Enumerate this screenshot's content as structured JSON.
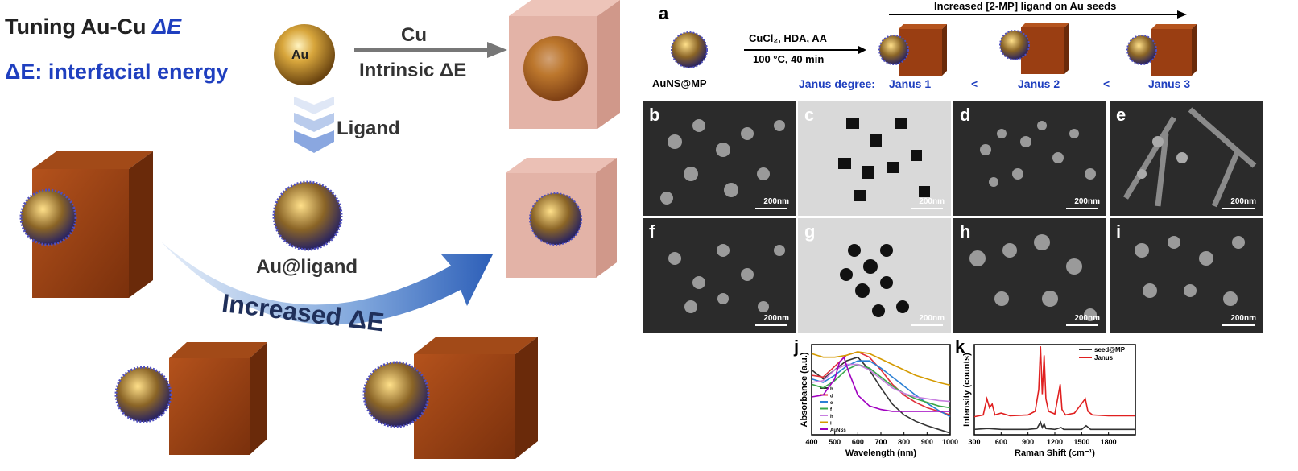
{
  "left": {
    "title_line1_prefix": "Tuning Au-Cu ",
    "title_line1_em": "ΔE",
    "title_line2": "ΔE: interfacial energy",
    "sphere_label": "Au",
    "arrow_top_label": "Cu",
    "arrow_bottom_label": "Intrinsic ΔE",
    "ligand_label": "Ligand",
    "au_ligand_label": "Au@ligand",
    "curved_arrow_label": "Increased ΔE"
  },
  "panel_a": {
    "panel_label": "a",
    "seed_label": "AuNS@MP",
    "conditions_line1": "CuCl₂, HDA, AA",
    "conditions_line2": "100 °C, 40 min",
    "top_arrow_label": "Increased [2-MP] ligand on Au seeds",
    "janus_degree_label": "Janus degree:",
    "janus1": "Janus 1",
    "janus2": "Janus 2",
    "janus3": "Janus 3",
    "lt1": "<",
    "lt2": "<"
  },
  "micrographs": [
    {
      "label": "b",
      "scale": "200nm"
    },
    {
      "label": "c",
      "scale": "200nm"
    },
    {
      "label": "d",
      "scale": "200nm"
    },
    {
      "label": "e",
      "scale": "200nm"
    },
    {
      "label": "f",
      "scale": "200nm"
    },
    {
      "label": "g",
      "scale": "200nm"
    },
    {
      "label": "h",
      "scale": "200nm"
    },
    {
      "label": "i",
      "scale": "200nm"
    }
  ],
  "chart_data": [
    {
      "panel_label": "j",
      "type": "line",
      "xlabel": "Wavelength (nm)",
      "ylabel": "Absorbance (a.u.)",
      "xlim": [
        400,
        1000
      ],
      "xticks": [
        400,
        500,
        600,
        700,
        800,
        900,
        1000
      ],
      "grid": false,
      "legend_position": "left",
      "series": [
        {
          "name": "b",
          "color": "#333333",
          "x": [
            400,
            450,
            500,
            550,
            600,
            650,
            700,
            750,
            800,
            850,
            900,
            950,
            1000
          ],
          "y": [
            0.72,
            0.62,
            0.72,
            0.82,
            0.86,
            0.72,
            0.52,
            0.34,
            0.22,
            0.15,
            0.1,
            0.06,
            0.02
          ]
        },
        {
          "name": "d",
          "color": "#e0303a",
          "x": [
            400,
            450,
            500,
            550,
            600,
            650,
            700,
            750,
            800,
            850,
            900,
            950,
            1000
          ],
          "y": [
            0.66,
            0.64,
            0.76,
            0.88,
            0.92,
            0.86,
            0.72,
            0.56,
            0.44,
            0.36,
            0.3,
            0.26,
            0.22
          ]
        },
        {
          "name": "e",
          "color": "#2a7fd4",
          "x": [
            400,
            450,
            500,
            550,
            600,
            650,
            700,
            750,
            800,
            850,
            900,
            950,
            1000
          ],
          "y": [
            0.62,
            0.58,
            0.66,
            0.76,
            0.82,
            0.82,
            0.74,
            0.64,
            0.54,
            0.44,
            0.35,
            0.27,
            0.2
          ]
        },
        {
          "name": "f",
          "color": "#39a84a",
          "x": [
            400,
            450,
            500,
            550,
            600,
            650,
            700,
            750,
            800,
            850,
            900,
            950,
            1000
          ],
          "y": [
            0.56,
            0.52,
            0.6,
            0.72,
            0.78,
            0.74,
            0.64,
            0.54,
            0.46,
            0.4,
            0.36,
            0.32,
            0.3
          ]
        },
        {
          "name": "h",
          "color": "#c77fe0",
          "x": [
            400,
            450,
            500,
            550,
            600,
            650,
            700,
            750,
            800,
            850,
            900,
            950,
            1000
          ],
          "y": [
            0.58,
            0.6,
            0.72,
            0.78,
            0.78,
            0.72,
            0.62,
            0.52,
            0.46,
            0.42,
            0.4,
            0.38,
            0.37
          ]
        },
        {
          "name": "i",
          "color": "#d49a00",
          "x": [
            400,
            450,
            500,
            550,
            600,
            650,
            700,
            750,
            800,
            850,
            900,
            950,
            1000
          ],
          "y": [
            0.9,
            0.86,
            0.86,
            0.88,
            0.92,
            0.9,
            0.84,
            0.78,
            0.72,
            0.66,
            0.62,
            0.58,
            0.55
          ]
        },
        {
          "name": "AuNSs",
          "color": "#a000c0",
          "x": [
            400,
            450,
            500,
            520,
            540,
            560,
            600,
            650,
            700,
            750,
            800,
            900,
            1000
          ],
          "y": [
            0.42,
            0.44,
            0.62,
            0.8,
            0.86,
            0.7,
            0.44,
            0.32,
            0.28,
            0.26,
            0.26,
            0.26,
            0.26
          ]
        }
      ]
    },
    {
      "panel_label": "k",
      "type": "line",
      "xlabel": "Raman Shift (cm⁻¹)",
      "ylabel": "Intensity (counts)",
      "xlim": [
        300,
        2100
      ],
      "xticks": [
        300,
        600,
        900,
        1200,
        1500,
        1800
      ],
      "grid": false,
      "legend_position": "top-right",
      "series": [
        {
          "name": "seed@MP",
          "color": "#333333",
          "x": [
            300,
            450,
            600,
            900,
            1000,
            1040,
            1060,
            1080,
            1100,
            1200,
            1270,
            1300,
            1500,
            1550,
            1600,
            1800,
            2100
          ],
          "y": [
            0.06,
            0.07,
            0.06,
            0.06,
            0.07,
            0.14,
            0.08,
            0.12,
            0.07,
            0.06,
            0.08,
            0.06,
            0.06,
            0.1,
            0.06,
            0.06,
            0.06
          ]
        },
        {
          "name": "Janus",
          "color": "#e02020",
          "x": [
            300,
            400,
            440,
            470,
            500,
            530,
            600,
            700,
            900,
            980,
            1020,
            1040,
            1060,
            1080,
            1100,
            1130,
            1200,
            1260,
            1280,
            1320,
            1420,
            1480,
            1540,
            1570,
            1620,
            1800,
            2100
          ],
          "y": [
            0.2,
            0.22,
            0.4,
            0.3,
            0.34,
            0.22,
            0.24,
            0.21,
            0.22,
            0.26,
            0.5,
            0.98,
            0.45,
            0.88,
            0.4,
            0.26,
            0.23,
            0.56,
            0.28,
            0.22,
            0.24,
            0.32,
            0.4,
            0.26,
            0.22,
            0.21,
            0.21
          ]
        }
      ]
    }
  ]
}
